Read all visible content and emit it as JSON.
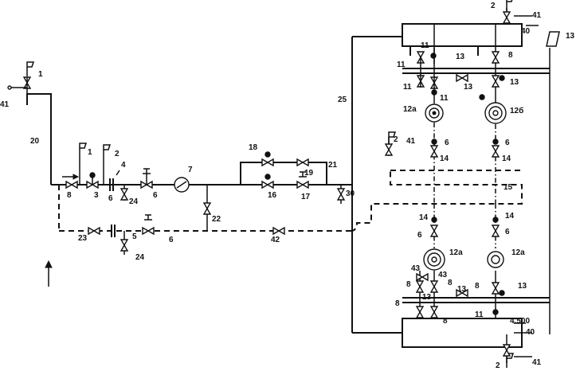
{
  "labels": {
    "l1a": "1",
    "l41a": "41",
    "l20": "20",
    "l1b": "1",
    "l2a": "2",
    "l4": "4",
    "l8a": "8",
    "l3": "3",
    "l6a": "6",
    "l24a": "24",
    "l6b": "6",
    "l7": "7",
    "l18": "18",
    "l19": "19",
    "l21": "21",
    "l16": "16",
    "l17": "17",
    "l30": "30",
    "l22": "22",
    "l23": "23",
    "l5": "5",
    "l6c": "6",
    "l24b": "24",
    "l42": "42",
    "l25": "25",
    "l2b": "2",
    "l41b": "41",
    "l40a": "40",
    "l13a": "13",
    "l11a": "11",
    "l11b": "11",
    "l13b": "13",
    "l8b": "8",
    "l11c": "11",
    "l13c": "13",
    "l13d": "13",
    "l11d": "11",
    "l12a1": "12а",
    "l12b": "12б",
    "l2c": "2",
    "l41c": "41",
    "l6d": "6",
    "l6e": "6",
    "l14a": "14",
    "l14b": "14",
    "l15": "15",
    "l14c": "14",
    "l14d": "14",
    "l6f": "6",
    "l6g": "6",
    "l12a2": "12а",
    "l12a3": "12а",
    "l43a": "43",
    "l43b": "43",
    "l8c": "8",
    "l8d": "8",
    "l8e": "8",
    "l13e": "13",
    "l13f": "13",
    "l8f": "8",
    "l13g": "13",
    "l8g": "8",
    "l11e": "11",
    "l40b": "40",
    "l2d": "2",
    "l41d": "41",
    "l4500": "4.500"
  }
}
